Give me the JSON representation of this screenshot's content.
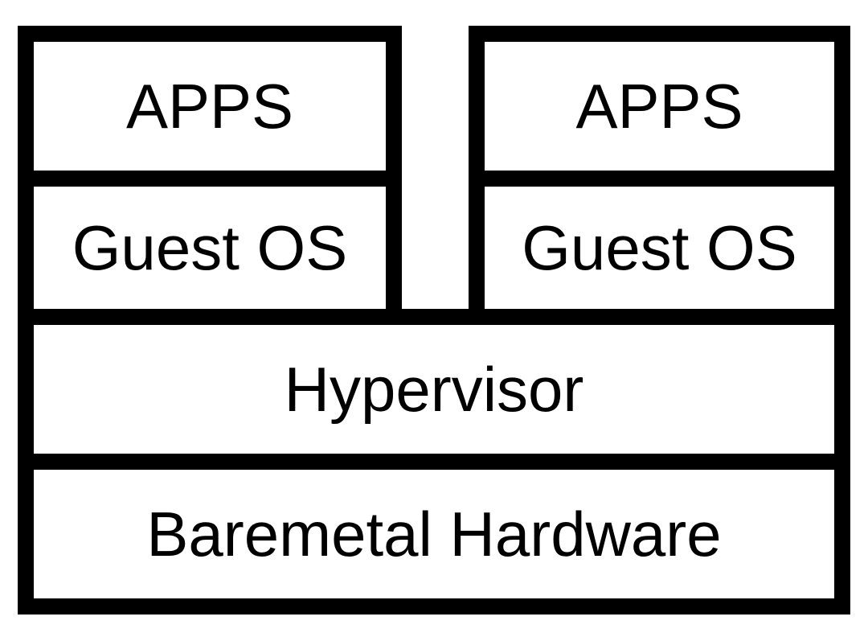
{
  "vm_left": {
    "apps_label": "APPS",
    "os_label": "Guest OS"
  },
  "vm_right": {
    "apps_label": "APPS",
    "os_label": "Guest OS"
  },
  "hypervisor_label": "Hypervisor",
  "hardware_label": "Baremetal Hardware",
  "colors": {
    "stroke": "#000000",
    "fill": "#ffffff"
  }
}
